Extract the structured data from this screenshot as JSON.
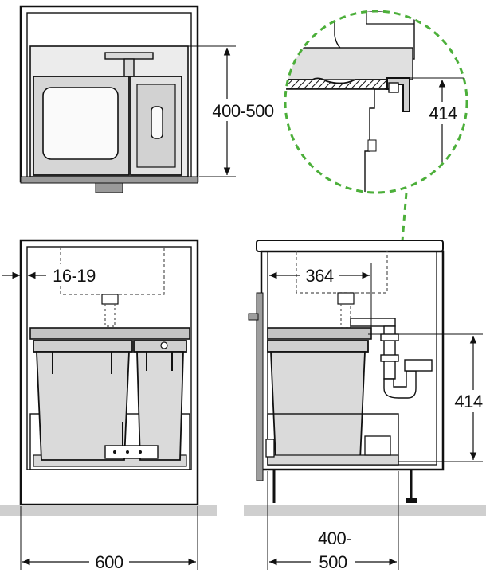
{
  "labels": {
    "top_height": "400-500",
    "detail_height": "414",
    "wall_gap": "16-19",
    "front_width": "600",
    "side_depth": "364",
    "side_height": "414",
    "side_width_line1": "400-",
    "side_width_line2": "500"
  },
  "colors": {
    "line": "#111111",
    "cabinet_fill": "#ffffff",
    "panel_fill": "#e6e6e6",
    "bin_fill": "#dcdcdc",
    "shelf_fill": "#c4c4c4",
    "floor_fill": "#cfcfcf",
    "detail_circle": "#4caf3a",
    "hidden_line": "#555555"
  }
}
